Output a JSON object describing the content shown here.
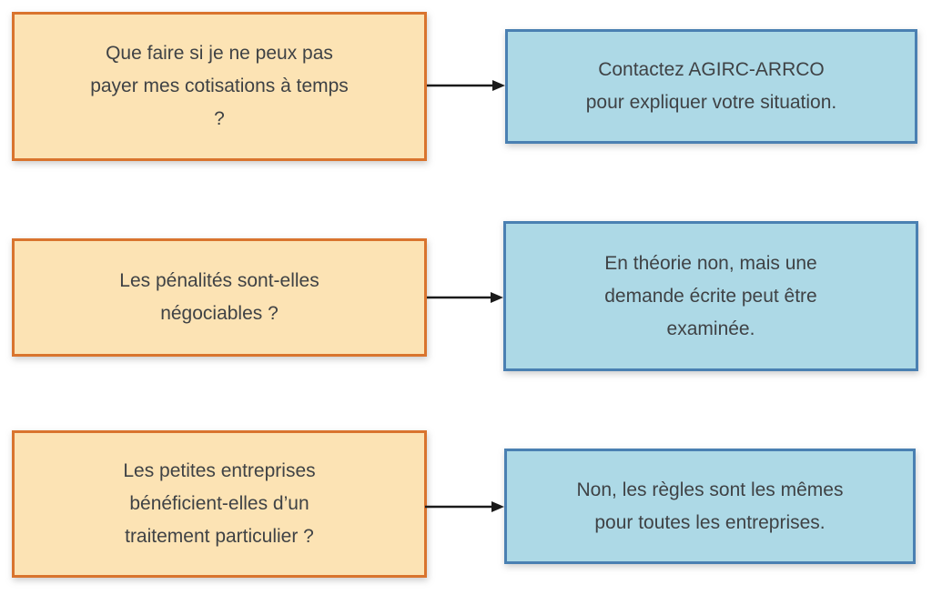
{
  "diagram": {
    "rows": [
      {
        "question": {
          "lines": [
            "Que faire si je ne peux pas",
            "payer mes cotisations à temps",
            "?"
          ]
        },
        "answer": {
          "lines": [
            "Contactez AGIRC-ARRCO",
            "pour expliquer votre situation."
          ]
        }
      },
      {
        "question": {
          "lines": [
            "Les pénalités sont-elles",
            "négociables ?"
          ]
        },
        "answer": {
          "lines": [
            "En théorie non, mais une",
            "demande écrite peut être",
            "examinée."
          ]
        }
      },
      {
        "question": {
          "lines": [
            "Les petites entreprises",
            "bénéficient-elles d’un",
            "traitement particulier ?"
          ]
        },
        "answer": {
          "lines": [
            "Non, les règles sont les mêmes",
            "pour toutes les entreprises."
          ]
        }
      }
    ],
    "colors": {
      "question-fill": "#FCE3B4",
      "question-border": "#D9742E",
      "answer-fill": "#ADD9E6",
      "answer-border": "#4A80B2",
      "arrow": "#1A1A1A",
      "text": "#3F4245",
      "background": "#FFFFFF"
    }
  }
}
